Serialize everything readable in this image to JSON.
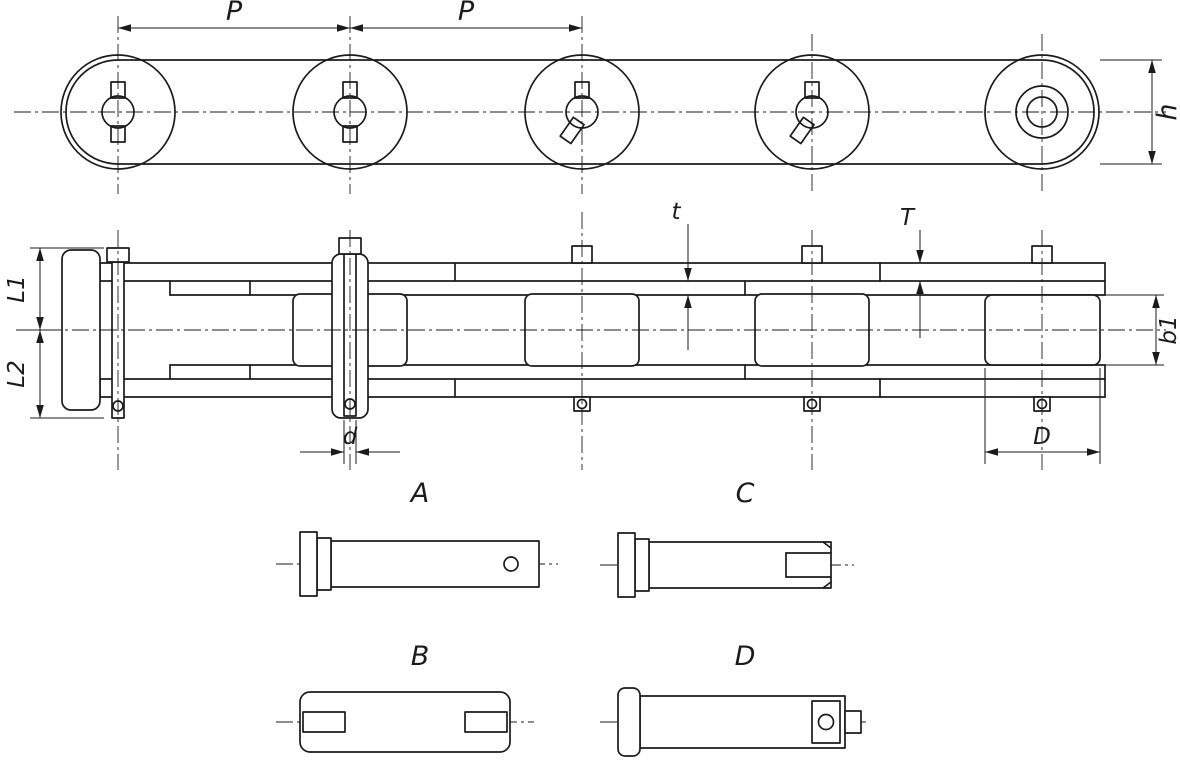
{
  "drawing": {
    "colors": {
      "line": "#1b1b1b",
      "background": "#ffffff"
    }
  },
  "side_view": {
    "dim_pitch_1": "P",
    "dim_pitch_2": "P",
    "dim_height": "h"
  },
  "plan_view": {
    "dim_l1": "L1",
    "dim_l2": "L2",
    "dim_plate_thickness_inner": "t",
    "dim_plate_thickness_outer": "T",
    "dim_inner_width": "b1",
    "dim_pin_diameter": "d",
    "dim_roller_diameter": "D"
  },
  "pin_variants": {
    "a": "A",
    "b": "B",
    "c": "C",
    "d": "D"
  }
}
